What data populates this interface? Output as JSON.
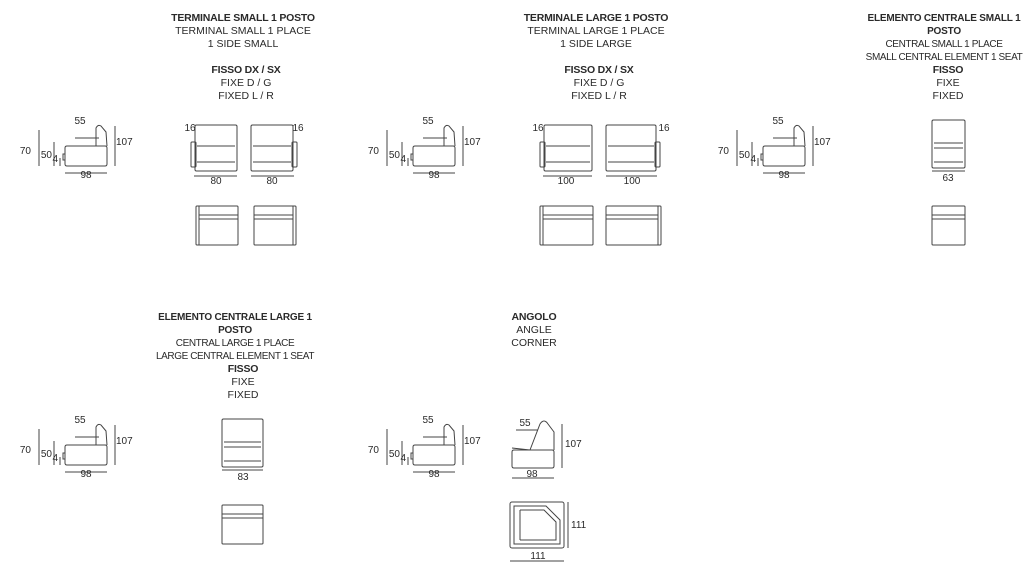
{
  "sections": [
    {
      "title": "TERMINALE SMALL 1 POSTO",
      "sub": [
        "TERMINAL SMALL 1 PLACE",
        "1 SIDE SMALL"
      ],
      "fix_title": "FISSO DX / SX",
      "fix_sub": [
        "FIXE D / G",
        "FIXED L / R"
      ]
    },
    {
      "title": "TERMINALE LARGE 1 POSTO",
      "sub": [
        "TERMINAL LARGE 1 PLACE",
        "1 SIDE LARGE"
      ],
      "fix_title": "FISSO DX / SX",
      "fix_sub": [
        "FIXE D / G",
        "FIXED L / R"
      ]
    },
    {
      "title": "ELEMENTO CENTRALE SMALL 1 POSTO",
      "sub": [
        "CENTRAL SMALL 1 PLACE",
        "SMALL CENTRAL ELEMENT 1 SEAT"
      ],
      "fix_title": "FISSO",
      "fix_sub": [
        "FIXE",
        "FIXED"
      ]
    },
    {
      "title": "ELEMENTO CENTRALE LARGE 1 POSTO",
      "sub": [
        "CENTRAL LARGE 1 PLACE",
        "LARGE CENTRAL ELEMENT 1 SEAT"
      ],
      "fix_title": "FISSO",
      "fix_sub": [
        "FIXE",
        "FIXED"
      ]
    },
    {
      "title": "ANGOLO",
      "sub": [
        "ANGLE",
        "CORNER"
      ],
      "fix_title": "",
      "fix_sub": []
    }
  ],
  "side_dims": {
    "top": "55",
    "height": "107",
    "back": "70",
    "seat": "50",
    "leg": "4",
    "depth": "98"
  },
  "front_dims": {
    "small_arm": "16",
    "small_width": "80",
    "large_arm": "16",
    "large_width": "100",
    "central_small_width": "63",
    "central_large_width": "83"
  },
  "corner_dims": {
    "top": "55",
    "height": "107",
    "depth": "98",
    "plan_w": "111",
    "plan_h": "111"
  }
}
